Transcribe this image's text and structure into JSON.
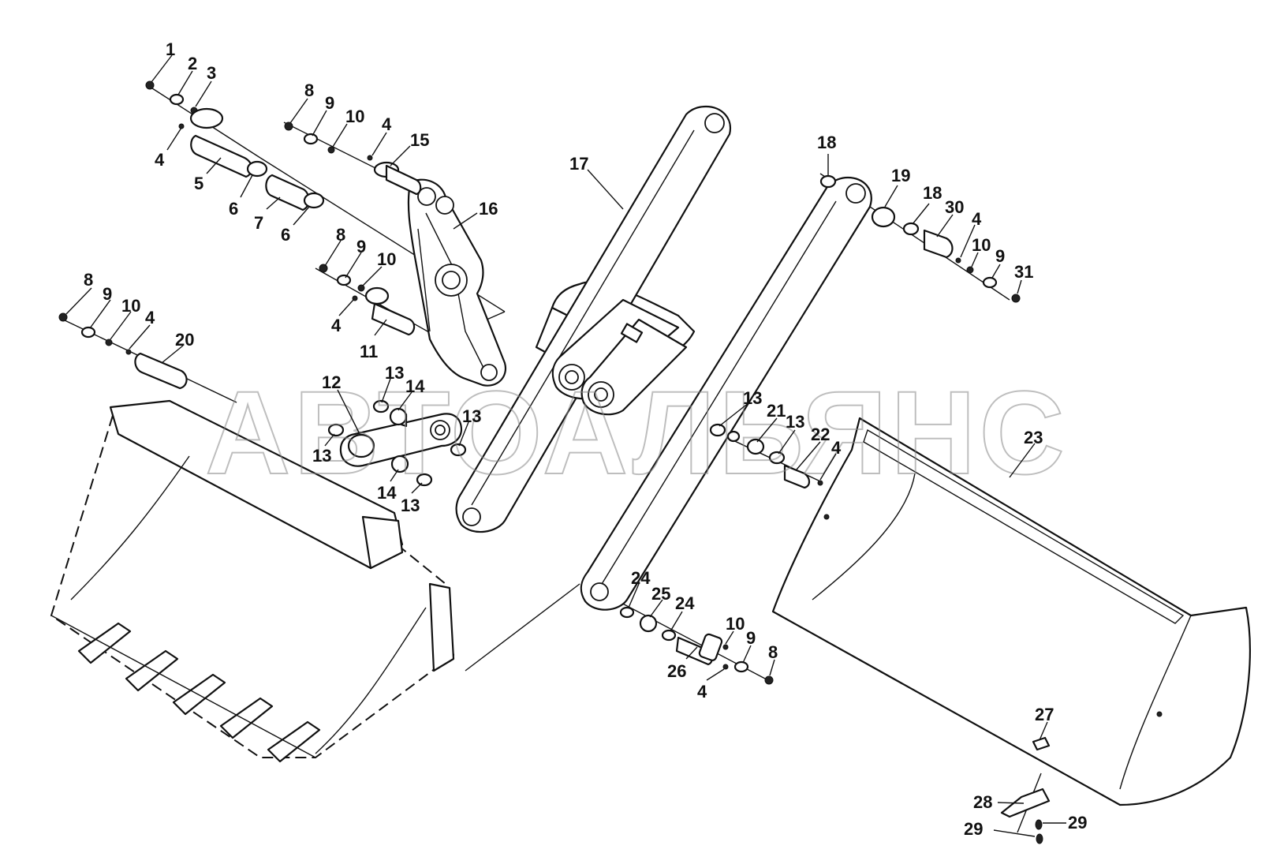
{
  "watermark": "АВТОАЛЬЯНС",
  "callouts": [
    {
      "label": "1"
    },
    {
      "label": "2"
    },
    {
      "label": "3"
    },
    {
      "label": "4"
    },
    {
      "label": "5"
    },
    {
      "label": "6"
    },
    {
      "label": "7"
    },
    {
      "label": "6"
    },
    {
      "label": "8"
    },
    {
      "label": "9"
    },
    {
      "label": "10"
    },
    {
      "label": "4"
    },
    {
      "label": "15"
    },
    {
      "label": "16"
    },
    {
      "label": "17"
    },
    {
      "label": "8"
    },
    {
      "label": "9"
    },
    {
      "label": "10"
    },
    {
      "label": "4"
    },
    {
      "label": "11"
    },
    {
      "label": "8"
    },
    {
      "label": "9"
    },
    {
      "label": "10"
    },
    {
      "label": "4"
    },
    {
      "label": "20"
    },
    {
      "label": "12"
    },
    {
      "label": "13"
    },
    {
      "label": "14"
    },
    {
      "label": "13"
    },
    {
      "label": "13"
    },
    {
      "label": "14"
    },
    {
      "label": "13"
    },
    {
      "label": "18"
    },
    {
      "label": "19"
    },
    {
      "label": "18"
    },
    {
      "label": "30"
    },
    {
      "label": "4"
    },
    {
      "label": "10"
    },
    {
      "label": "9"
    },
    {
      "label": "31"
    },
    {
      "label": "13"
    },
    {
      "label": "21"
    },
    {
      "label": "13"
    },
    {
      "label": "22"
    },
    {
      "label": "4"
    },
    {
      "label": "23"
    },
    {
      "label": "24"
    },
    {
      "label": "25"
    },
    {
      "label": "24"
    },
    {
      "label": "10"
    },
    {
      "label": "9"
    },
    {
      "label": "8"
    },
    {
      "label": "26"
    },
    {
      "label": "4"
    },
    {
      "label": "27"
    },
    {
      "label": "28"
    },
    {
      "label": "29"
    },
    {
      "label": "29"
    }
  ]
}
